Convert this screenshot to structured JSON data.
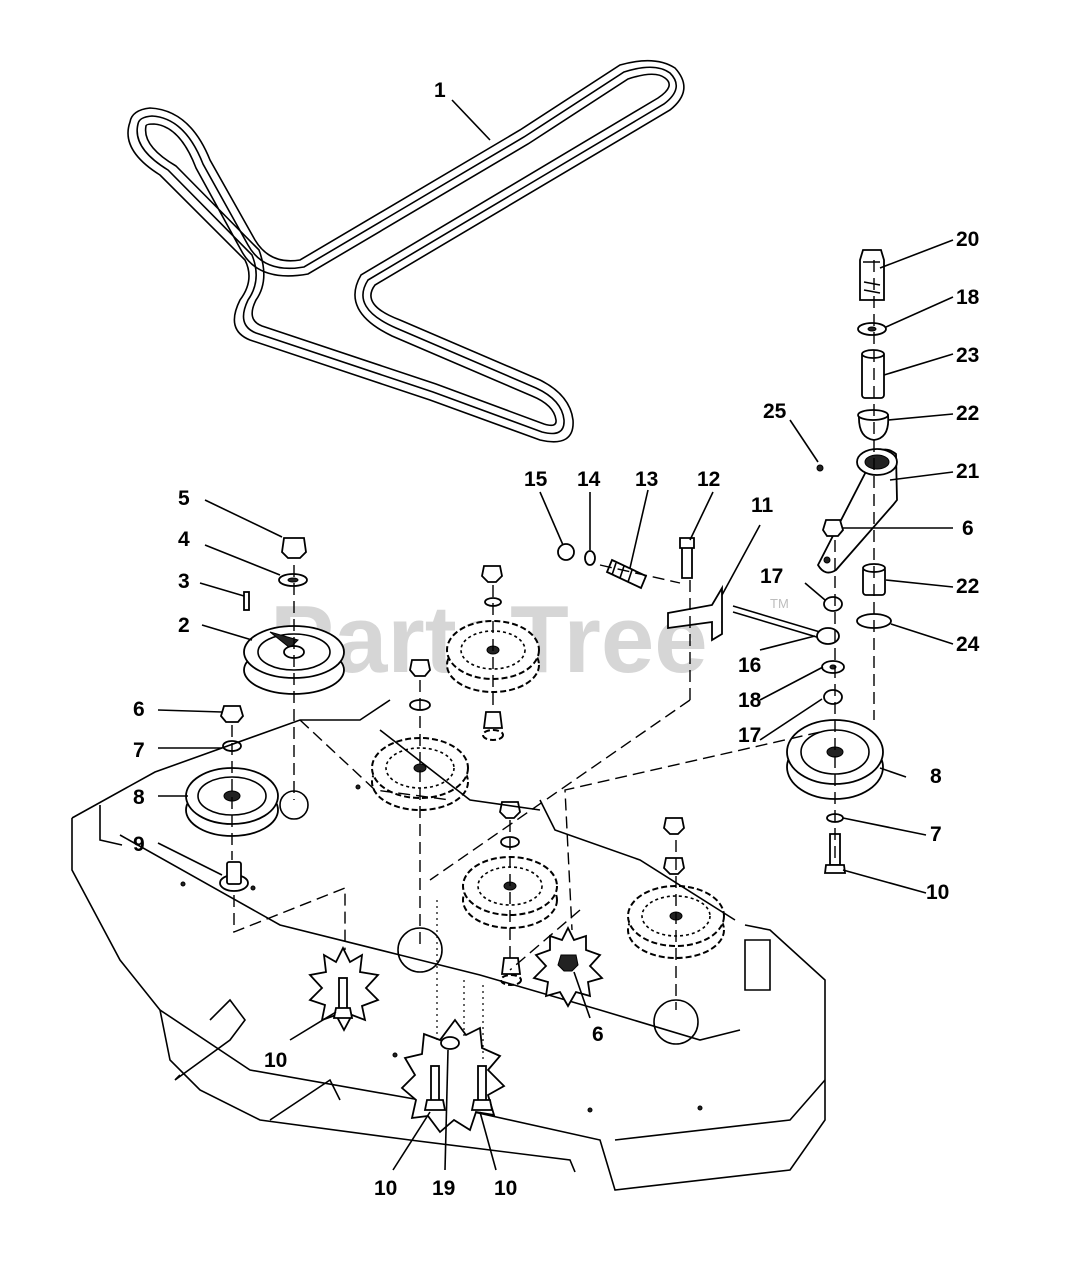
{
  "watermark": {
    "text": "PartsTree",
    "trademark": "TM"
  },
  "callouts": [
    {
      "id": "c1",
      "text": "1"
    },
    {
      "id": "c2",
      "text": "2"
    },
    {
      "id": "c3",
      "text": "3"
    },
    {
      "id": "c4",
      "text": "4"
    },
    {
      "id": "c5",
      "text": "5"
    },
    {
      "id": "c6a",
      "text": "6"
    },
    {
      "id": "c6b",
      "text": "6"
    },
    {
      "id": "c6c",
      "text": "6"
    },
    {
      "id": "c7a",
      "text": "7"
    },
    {
      "id": "c7b",
      "text": "7"
    },
    {
      "id": "c8a",
      "text": "8"
    },
    {
      "id": "c8b",
      "text": "8"
    },
    {
      "id": "c9",
      "text": "9"
    },
    {
      "id": "c10a",
      "text": "10"
    },
    {
      "id": "c10b",
      "text": "10"
    },
    {
      "id": "c10c",
      "text": "10"
    },
    {
      "id": "c10d",
      "text": "10"
    },
    {
      "id": "c11",
      "text": "11"
    },
    {
      "id": "c12",
      "text": "12"
    },
    {
      "id": "c13",
      "text": "13"
    },
    {
      "id": "c14",
      "text": "14"
    },
    {
      "id": "c15",
      "text": "15"
    },
    {
      "id": "c16",
      "text": "16"
    },
    {
      "id": "c17a",
      "text": "17"
    },
    {
      "id": "c17b",
      "text": "17"
    },
    {
      "id": "c18a",
      "text": "18"
    },
    {
      "id": "c18b",
      "text": "18"
    },
    {
      "id": "c19",
      "text": "19"
    },
    {
      "id": "c20",
      "text": "20"
    },
    {
      "id": "c21",
      "text": "21"
    },
    {
      "id": "c22a",
      "text": "22"
    },
    {
      "id": "c22b",
      "text": "22"
    },
    {
      "id": "c23",
      "text": "23"
    },
    {
      "id": "c24",
      "text": "24"
    },
    {
      "id": "c25",
      "text": "25"
    }
  ]
}
